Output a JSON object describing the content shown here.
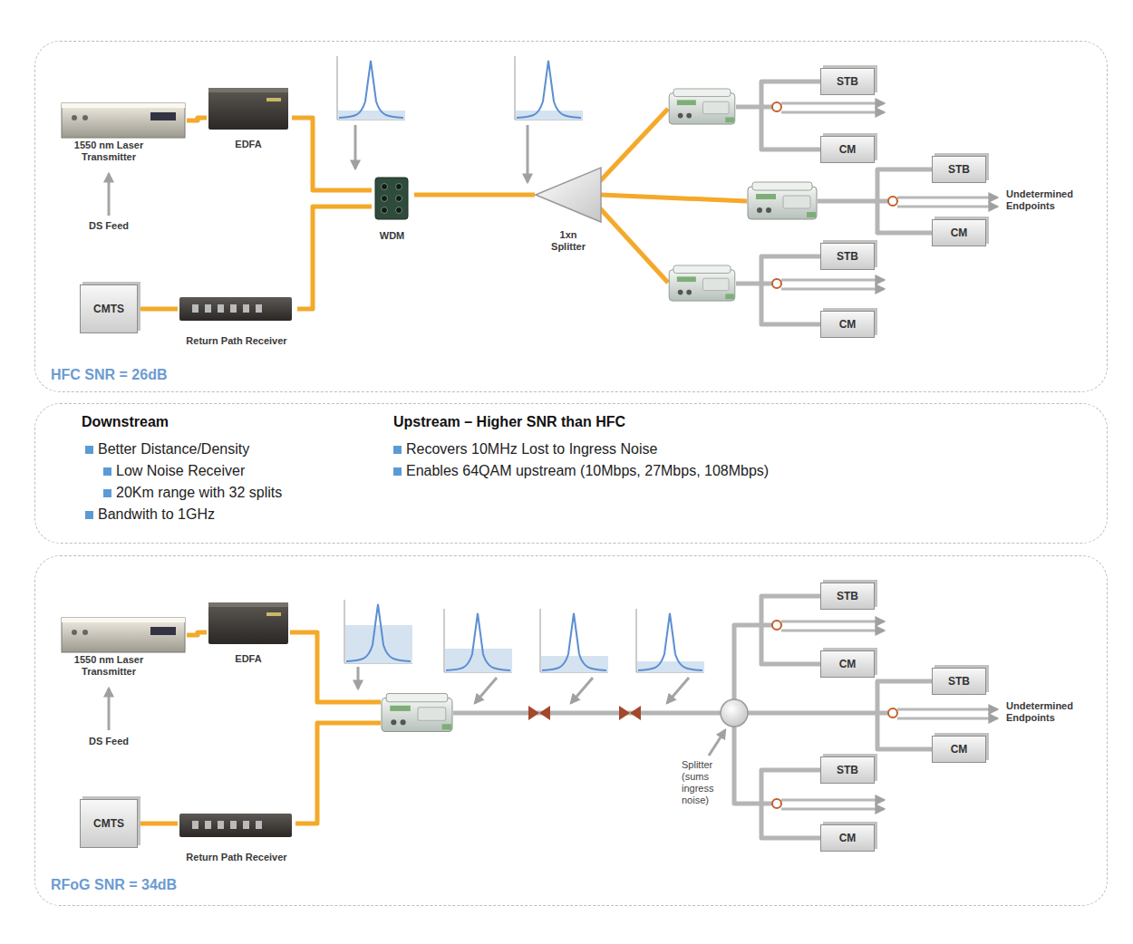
{
  "diagram": {
    "nodes": [
      {
        "text": [
          "HFC SNR = 26dB"
        ]
      },
      {
        "text": [
          "1550 nm Laser Transmitter"
        ],
        "in": 0
      },
      {
        "text": [
          "EDFA"
        ],
        "in": 0
      },
      {
        "text": [
          "CMTS"
        ],
        "in": 0
      },
      {
        "text": [
          "Return Path Receiver"
        ],
        "in": 0
      },
      {
        "text": [
          "WDM"
        ],
        "in": 0
      },
      {
        "text": [
          "1xn Splitter"
        ],
        "in": 0
      },
      {
        "text": [
          "STB"
        ],
        "in": 0
      },
      {
        "text": [
          "CM"
        ],
        "in": 0
      },
      {
        "text": [
          "STB"
        ],
        "in": 0
      },
      {
        "text": [
          "CM"
        ],
        "in": 0
      },
      {
        "text": [
          "STB"
        ],
        "in": 0
      },
      {
        "text": [
          "CM"
        ],
        "in": 0
      },
      {
        "text": [
          "Downstream",
          "Better Distance/Density",
          "Low Noise Receiver",
          "20Km range with 32 splits",
          "Bandwith to 1GHz",
          "Upstream – Higher SNR than HFC",
          "Recovers 10MHz Lost to Ingress Noise",
          "Enables 64QAM upstream (10Mbps, 27Mbps, 108Mbps)"
        ]
      },
      {
        "text": [
          "RFoG SNR = 34dB"
        ]
      },
      {
        "text": [
          "1550 nm Laser Transmitter"
        ],
        "in": 14
      },
      {
        "text": [
          "EDFA"
        ],
        "in": 14
      },
      {
        "text": [
          "CMTS"
        ],
        "in": 14
      },
      {
        "text": [
          "Return Path Receiver"
        ],
        "in": 14
      },
      {
        "text": [
          "STB"
        ],
        "in": 14
      },
      {
        "text": [
          "CM"
        ],
        "in": 14
      },
      {
        "text": [
          "STB"
        ],
        "in": 14
      },
      {
        "text": [
          "CM"
        ],
        "in": 14
      },
      {
        "text": [
          "STB"
        ],
        "in": 14
      },
      {
        "text": [
          "CM"
        ],
        "in": 14
      }
    ],
    "edges": [
      {
        "from": 1,
        "to": 2,
        "arrow": "none"
      },
      {
        "from": 2,
        "to": 5,
        "arrow": "none"
      },
      {
        "from": 3,
        "to": 4,
        "arrow": "none"
      },
      {
        "from": 4,
        "to": 5,
        "arrow": "none"
      },
      {
        "from": 5,
        "to": 6,
        "arrow": "none"
      },
      {
        "from": 15,
        "to": 16,
        "arrow": "none"
      },
      {
        "from": 17,
        "to": 18,
        "arrow": "none"
      }
    ],
    "labels": [
      "DS Feed",
      "Undetermined Endpoints",
      "DS Feed",
      "Undetermined Endpoints",
      "Splitter (sums ingress noise)"
    ]
  }
}
